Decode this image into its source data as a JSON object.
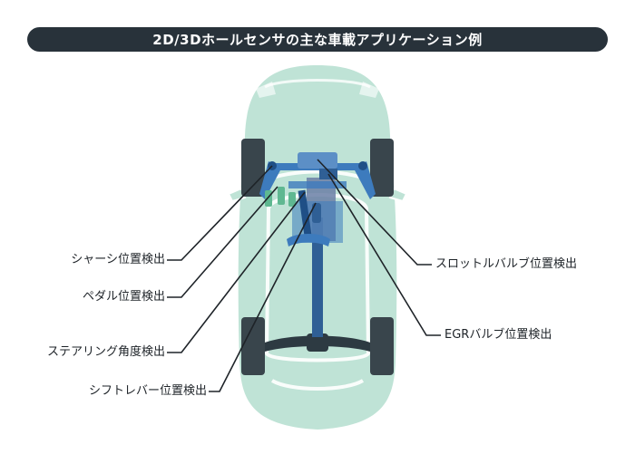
{
  "title": "2D/3Dホールセンサの主な車載アプリケーション例",
  "labels": {
    "chassis": "シャーシ位置検出",
    "pedal": "ペダル位置検出",
    "steering": "ステアリング角度検出",
    "shift": "シフトレバー位置検出",
    "throttle": "スロットルバルブ位置検出",
    "egr": "EGRバルブ位置検出"
  },
  "colors": {
    "title_bg": "#28323a",
    "car_body": "#bfe3d6",
    "car_line": "#ffffff",
    "tire": "#39454c",
    "parts_blue": "#3d7bbd",
    "parts_dark": "#1f4f86",
    "leader": "#1e2328"
  }
}
